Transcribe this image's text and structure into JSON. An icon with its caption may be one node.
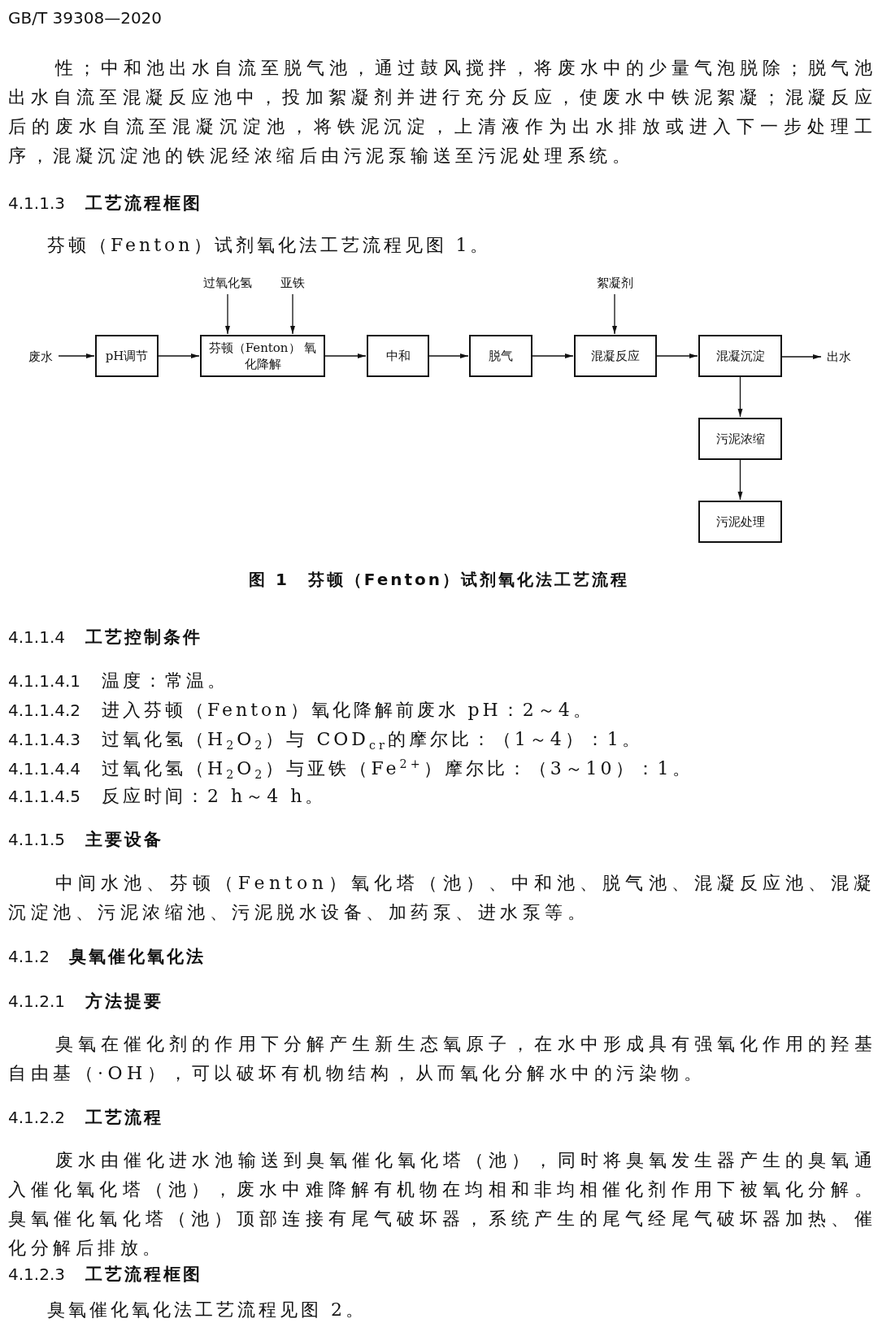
{
  "diagram": {
    "caption": "图 1　芬顿（Fenton）试剂氧化法工艺流程",
    "nodes": [
      {
        "text": [
          "废水"
        ]
      },
      {
        "text": [
          "pH调节"
        ]
      },
      {
        "text": [
          "过氧化氢"
        ]
      },
      {
        "text": [
          "亚铁"
        ]
      },
      {
        "text": [
          "芬顿（Fenton） 氧化降解"
        ]
      },
      {
        "text": [
          "中和"
        ]
      },
      {
        "text": [
          "脱气"
        ]
      },
      {
        "text": [
          "絮凝剂"
        ]
      },
      {
        "text": [
          "混凝反应"
        ]
      },
      {
        "text": [
          "混凝沉淀"
        ]
      },
      {
        "text": [
          "出水"
        ]
      },
      {
        "text": [
          "污泥浓缩"
        ]
      },
      {
        "text": [
          "污泥处理"
        ]
      }
    ],
    "edges": [
      {
        "from": 0,
        "to": 1,
        "arrow": "to"
      },
      {
        "from": 1,
        "to": 4,
        "arrow": "to"
      },
      {
        "from": 2,
        "to": 4,
        "arrow": "to"
      },
      {
        "from": 3,
        "to": 4,
        "arrow": "to"
      },
      {
        "from": 4,
        "to": 5,
        "arrow": "to"
      },
      {
        "from": 5,
        "to": 6,
        "arrow": "to"
      },
      {
        "from": 6,
        "to": 8,
        "arrow": "to"
      },
      {
        "from": 7,
        "to": 8,
        "arrow": "to"
      },
      {
        "from": 8,
        "to": 9,
        "arrow": "to"
      },
      {
        "from": 9,
        "to": 10,
        "arrow": "to"
      },
      {
        "from": 9,
        "to": 11,
        "arrow": "to"
      },
      {
        "from": 11,
        "to": 12,
        "arrow": "to"
      }
    ],
    "labels": [
      "GB/T 39308—2020",
      "性；中和池出水自流至脱气池，通过鼓风搅拌，将废水中的少量气泡脱除；脱气池出水自流至混凝反应池中，投加絮凝剂并进行充分反应，使废水中铁泥絮凝；混凝反应后的废水自流至混凝沉淀池，将铁泥沉淀，上清液作为出水排放或进入下一步处理工序，混凝沉淀池的铁泥经浓缩后由污泥泵输送至污泥处理系统。",
      "4.1.1.3",
      "工艺流程框图",
      "芬顿（Fenton）试剂氧化法工艺流程见图 1。",
      "4.1.1.4",
      "工艺控制条件",
      "4.1.1.4.1",
      "温度：常温。",
      "4.1.1.4.2",
      "进入芬顿（Fenton）氧化降解前废水 pH：2～4。",
      "4.1.1.4.3",
      "过氧化氢（H$_{2}$O$_{2}$）与 COD$_{cr}$的摩尔比：（1～4）：1。",
      "4.1.1.4.4",
      "过氧化氢（H$_{2}$O$_{2}$）与亚铁（Fe$^{2+}$）摩尔比：（3～10）：1。",
      "4.1.1.4.5",
      "反应时间：2 h～4 h。",
      "4.1.1.5",
      "主要设备",
      "中间水池、芬顿（Fenton）氧化塔（池）、中和池、脱气池、混凝反应池、混凝沉淀池、污泥浓缩池、污泥脱水设备、加药泵、进水泵等。",
      "4.1.2",
      "臭氧催化氧化法",
      "4.1.2.1",
      "方法提要",
      "臭氧在催化剂的作用下分解产生新生态氧原子，在水中形成具有强氧化作用的羟基自由基（·OH），可以破坏有机物结构，从而氧化分解水中的污染物。",
      "4.1.2.2",
      "工艺流程",
      "废水由催化进水池输送到臭氧催化氧化塔（池），同时将臭氧发生器产生的臭氧通入催化氧化塔（池），废水中难降解有机物在均相和非均相催化剂作用下被氧化分解。臭氧催化氧化塔（池）顶部连接有尾气破坏器，系统产生的尾气经尾气破坏器加热、催化分解后排放。",
      "4.1.2.3",
      "工艺流程框图",
      "臭氧催化氧化法工艺流程见图 2。"
    ]
  }
}
